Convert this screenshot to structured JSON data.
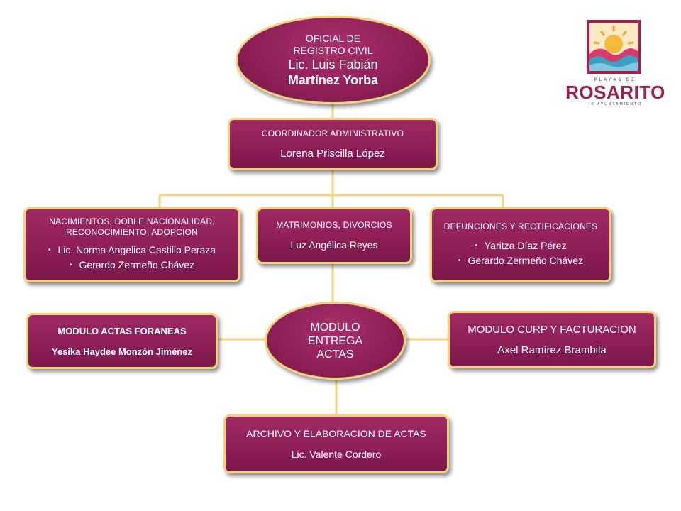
{
  "oficial": {
    "title_line1": "OFICIAL DE",
    "title_line2": "REGISTRO CIVIL",
    "name_line1": "Lic. Luis Fabián",
    "name_line2": "Martínez Yorba"
  },
  "coordinador": {
    "title": "COORDINADOR  ADMINISTRATIVO",
    "name": "Lorena Priscilla López"
  },
  "nacimientos": {
    "title_line1": "NACIMIENTOS, DOBLE NACIONALIDAD,",
    "title_line2": "RECONOCIMIENTO, ADOPCION",
    "people": [
      "Lic. Norma Angelica Castillo Peraza",
      "Gerardo Zermeño Chávez"
    ]
  },
  "matrimonios": {
    "title": "MATRIMONIOS, DIVORCIOS",
    "name": "Luz Angélica Reyes"
  },
  "defunciones": {
    "title": "DEFUNCIONES Y RECTIFICACIONES",
    "people": [
      "Yaritza Díaz Pérez",
      "Gerardo Zermeño Chávez"
    ]
  },
  "modulo_entrega": {
    "line1": "MODULO",
    "line2": "ENTREGA",
    "line3": "ACTAS"
  },
  "modulo_foraneas": {
    "title": "MODULO ACTAS FORANEAS",
    "name": "Yesika Haydee Monzón Jiménez"
  },
  "modulo_curp": {
    "title": "MODULO CURP Y FACTURACIÓN",
    "name": "Axel Ramírez Brambila"
  },
  "archivo": {
    "title": "ARCHIVO Y ELABORACION DE ACTAS",
    "name": "Lic. Valente Cordero"
  },
  "logo": {
    "top_text": "PLAYAS DE",
    "name": "ROSARITO",
    "bottom_text": "IX AYUNTAMIENTO"
  },
  "colors": {
    "box_fill": "#8e1f56",
    "box_border": "#f3d178",
    "connector": "#f3d178",
    "logo_text": "#a0204f"
  }
}
